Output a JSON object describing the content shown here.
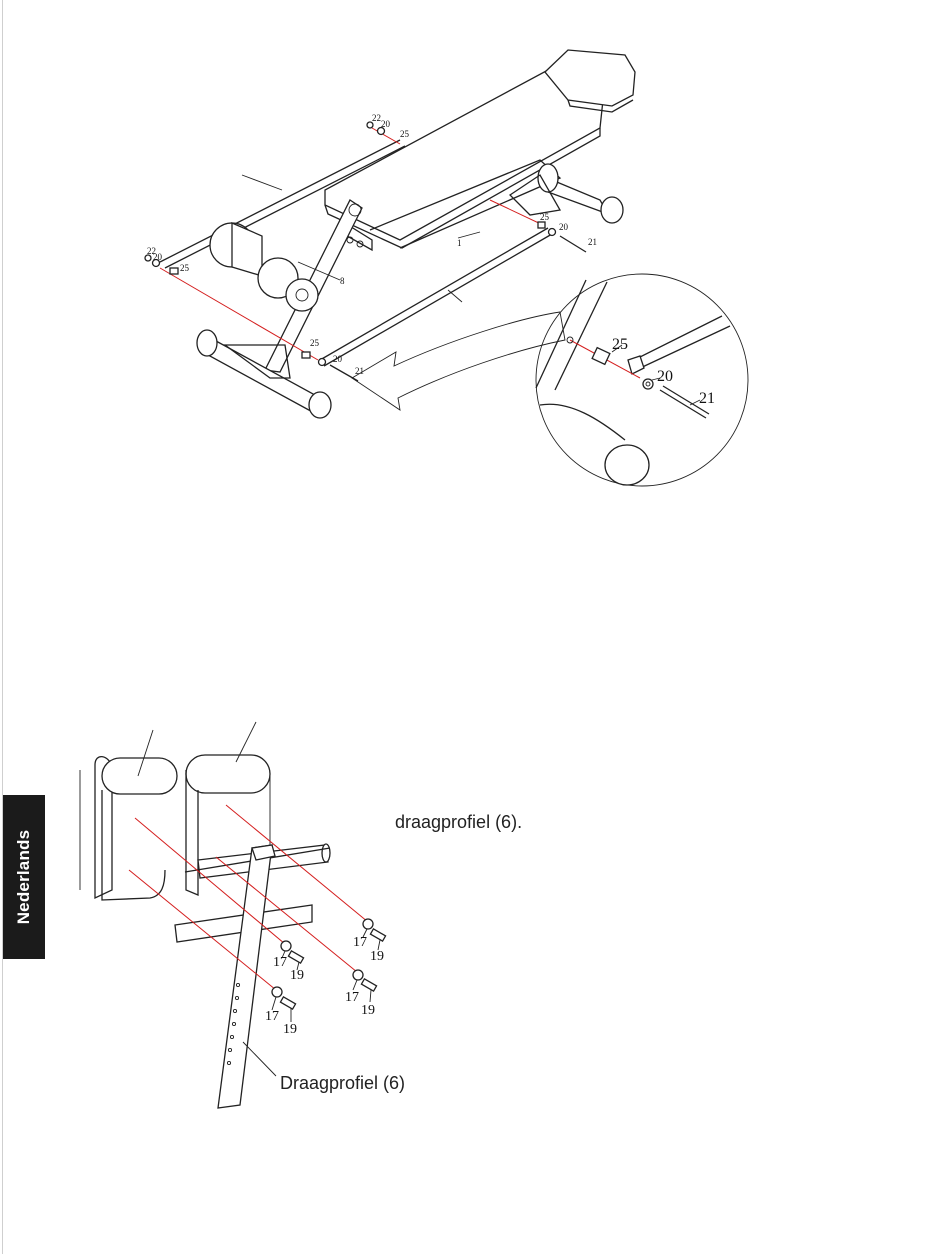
{
  "side_tab": {
    "label": "Nederlands"
  },
  "figure1": {
    "parts": {
      "p22a": "22",
      "p20a": "20",
      "p25a": "25",
      "p22b": "22",
      "p20b": "20",
      "p25b": "25",
      "p25c": "25",
      "p20c": "20",
      "p21c": "21",
      "p25d": "25",
      "p20d": "20",
      "p21d": "21",
      "p1": "1",
      "p8": "8"
    },
    "detail": {
      "p25": "25",
      "p20": "20",
      "p21": "21"
    }
  },
  "figure2": {
    "text_right": "draagprofiel (6).",
    "callout": "Draagprofiel (6)",
    "parts": {
      "a17": "17",
      "a19": "19",
      "b17": "17",
      "b19": "19",
      "c17": "17",
      "c19": "19",
      "d17": "17",
      "d19": "19"
    }
  },
  "colors": {
    "tab": "#1b1b1b",
    "leader": "#d41e1e",
    "ink": "#222222"
  }
}
